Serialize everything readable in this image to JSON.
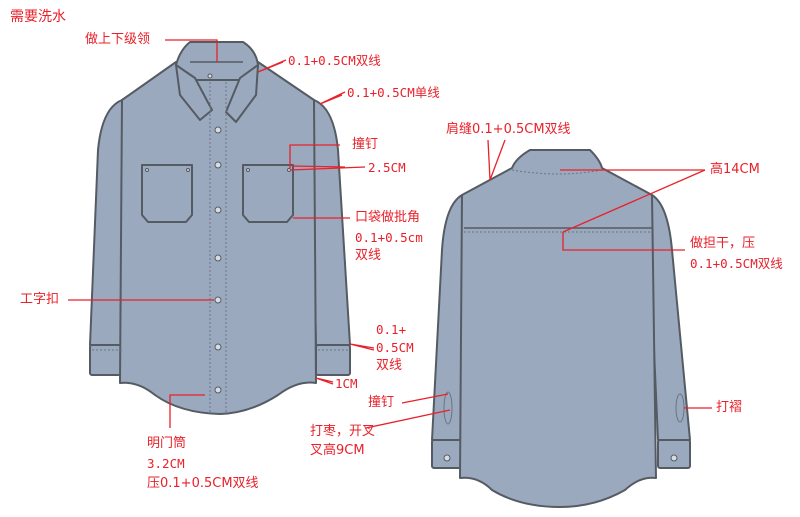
{
  "colors": {
    "fabric": "#9ba9bf",
    "outline": "#555b63",
    "annotation": "#e8212a"
  },
  "title_note": "需要洗水",
  "front": {
    "collar": "做上下级领",
    "collar_stitch": "0.1+0.5CM双线",
    "shoulder_stitch": "0.1+0.5CM单线",
    "rivet": "撞钉",
    "pocket_rivet_spacing": "2.5CM",
    "pocket": "口袋做批角",
    "pocket_stitch_1": "0.1+0.5cm",
    "pocket_stitch_2": "双线",
    "button": "工字扣",
    "cuff_stitch_1": "0.1+",
    "cuff_stitch_2": "0.5CM",
    "cuff_stitch_3": "双线",
    "hem": "1CM",
    "placket": "明门筒",
    "placket_width": "3.2CM",
    "placket_stitch": "压0.1+0.5CM双线"
  },
  "back": {
    "shoulder_seam": "肩缝0.1+0.5CM双线",
    "yoke_height": "高14CM",
    "yoke_1": "做担干，压",
    "yoke_2": "0.1+0.5CM双线",
    "rivet": "撞钉",
    "slit_1": "打枣，开叉",
    "slit_2": "叉高9CM",
    "pleat": "打褶"
  }
}
